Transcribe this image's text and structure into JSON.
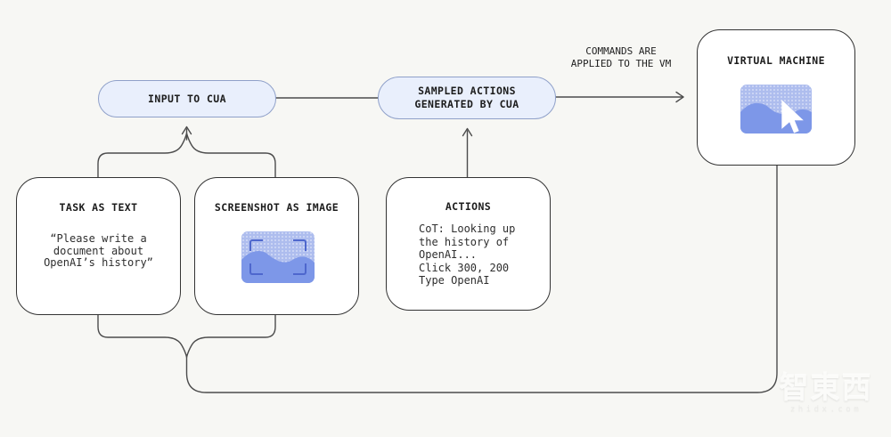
{
  "diagram": {
    "pills": {
      "input": {
        "label": "INPUT TO CUA"
      },
      "sampled": {
        "label": "SAMPLED ACTIONS\nGENERATED BY CUA"
      }
    },
    "edge_labels": {
      "commands": "COMMANDS ARE\nAPPLIED TO THE VM"
    },
    "boxes": {
      "vm": {
        "title": "VIRTUAL MACHINE"
      },
      "task": {
        "title": "TASK AS TEXT",
        "quote": "“Please write a\ndocument about\nOpenAI’s history”"
      },
      "screenshot": {
        "title": "SCREENSHOT AS IMAGE"
      },
      "actions": {
        "title": "ACTIONS",
        "body": "CoT: Looking up\nthe history of\nOpenAI...\nClick 300, 200\nType OpenAI"
      }
    },
    "icons": {
      "vm_thumbnail": "image-thumbnail-with-cursor-icon",
      "screenshot_thumbnail": "screenshot-capture-thumbnail-icon"
    },
    "colors": {
      "background": "#f7f7f4",
      "pill_fill": "#e9effc",
      "pill_border": "#8fa0c9",
      "box_border": "#333333",
      "connector": "#4c4c4c",
      "icon_base": "#aebdee",
      "icon_wave": "#7d97e8",
      "capture_frame": "#4e67cd"
    }
  },
  "watermark": {
    "logo": "智東西",
    "domain": "zhidx.com"
  }
}
